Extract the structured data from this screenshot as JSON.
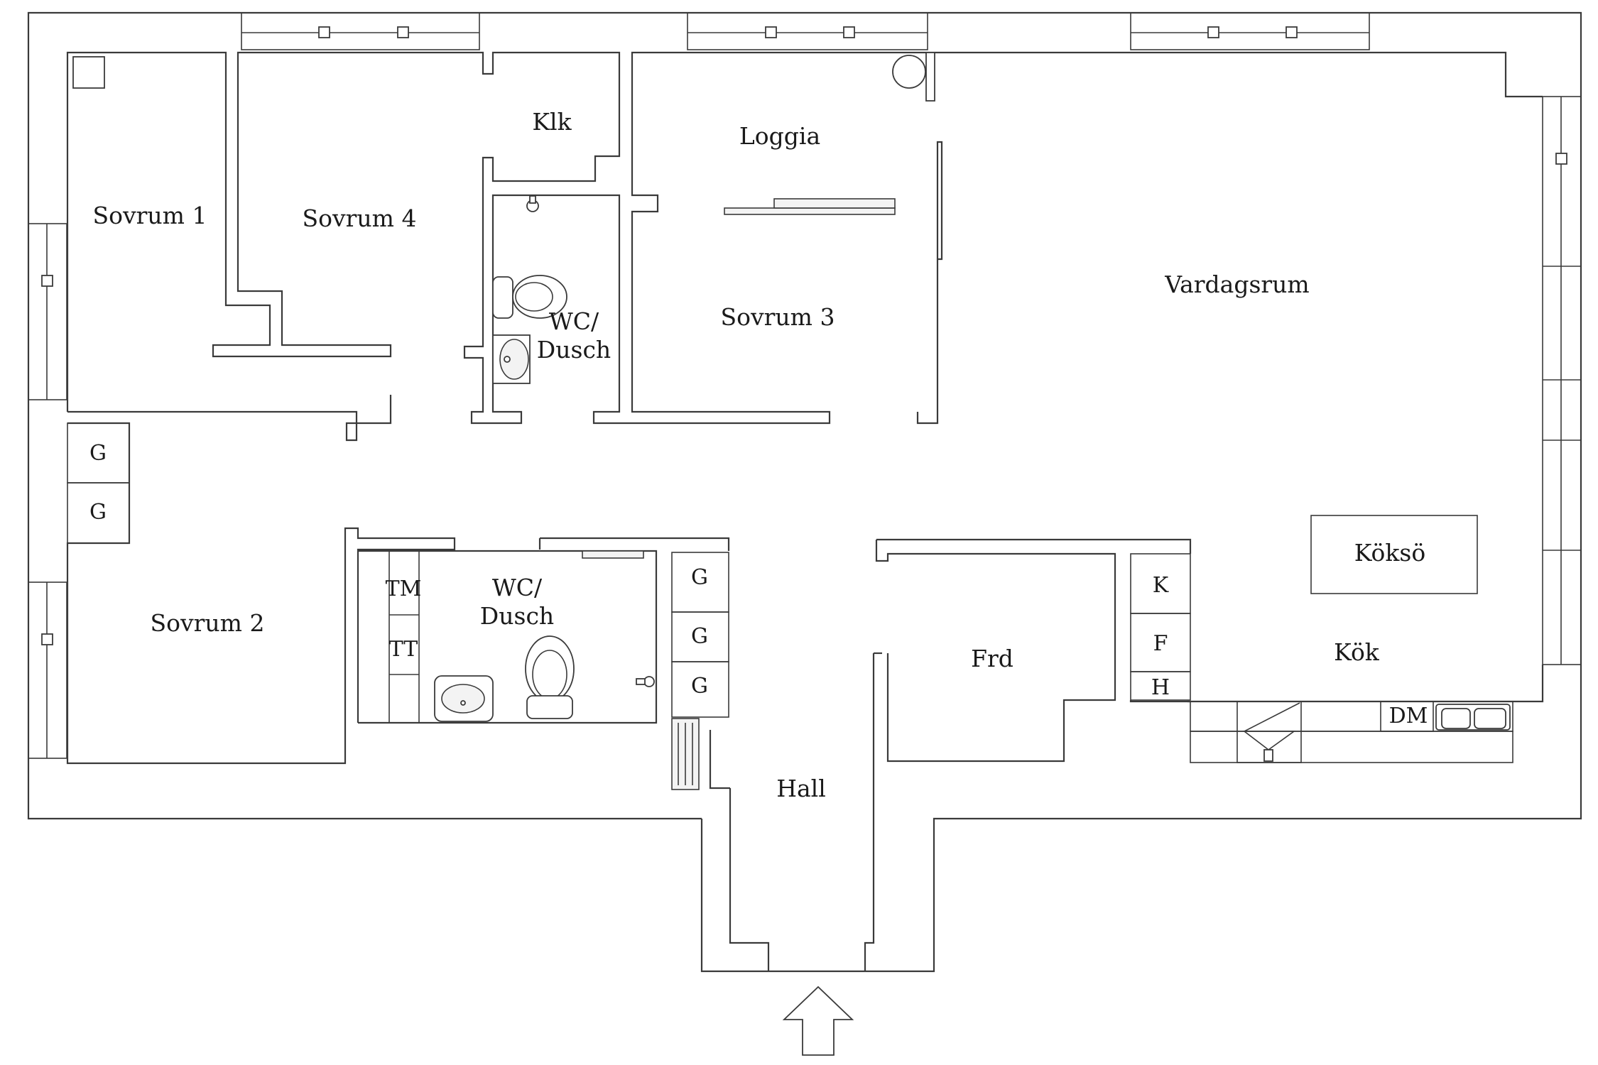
{
  "plan": {
    "rooms": {
      "sovrum1": "Sovrum 1",
      "sovrum4": "Sovrum 4",
      "klk": "Klk",
      "loggia": "Loggia",
      "sovrum3": "Sovrum 3",
      "vardagsrum": "Vardagsrum",
      "wc1_line1": "WC/",
      "wc1_line2": "Dusch",
      "sovrum2": "Sovrum 2",
      "wc2_line1": "WC/",
      "wc2_line2": "Dusch",
      "frd": "Frd",
      "hall": "Hall",
      "kok": "Kök",
      "kokso": "Köksö"
    },
    "closets": {
      "g1": "G",
      "g2": "G",
      "g3": "G",
      "g4": "G",
      "g5": "G",
      "tm": "TM",
      "tt": "TT",
      "k": "K",
      "f": "F",
      "h": "H",
      "dm": "DM"
    }
  }
}
